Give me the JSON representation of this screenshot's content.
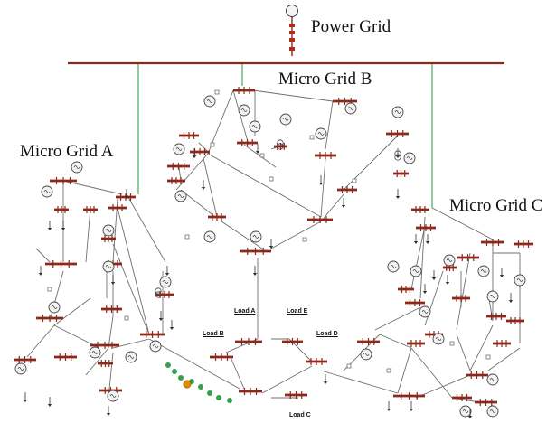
{
  "titles": {
    "power_grid": "Power Grid",
    "micro_grid_a": "Micro Grid A",
    "micro_grid_b": "Micro Grid B",
    "micro_grid_c": "Micro Grid C"
  },
  "loads": {
    "load_a": "Load A",
    "load_b": "Load B",
    "load_c": "Load C",
    "load_d": "Load D",
    "load_e": "Load E"
  },
  "colors": {
    "busbar": "#8b2a1c",
    "line": "#6f6f6f",
    "grid_feeder": "#33a34a",
    "breaker_open": "#e08a00",
    "text": "#111111"
  }
}
